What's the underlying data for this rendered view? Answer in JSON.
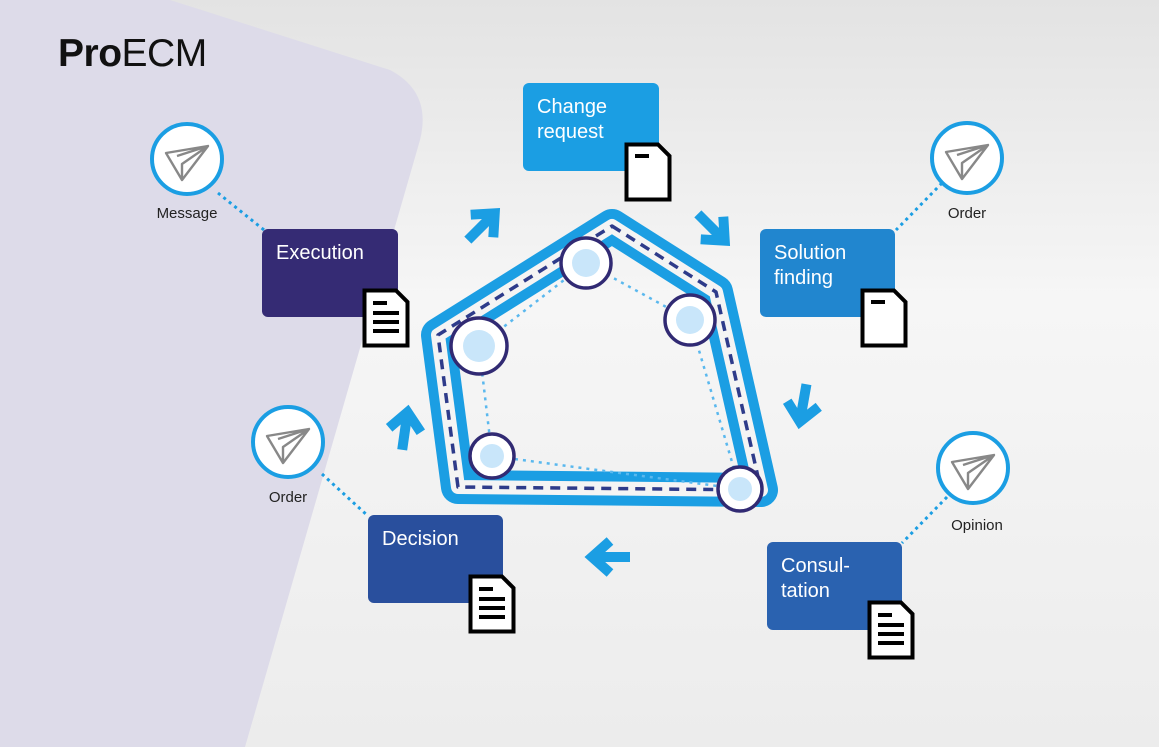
{
  "logo": {
    "bold": "Pro",
    "light": "ECM"
  },
  "steps": [
    {
      "id": "change",
      "title": "Change\nrequest",
      "color": "#1b9ee3"
    },
    {
      "id": "solution",
      "title": "Solution\nfinding",
      "color": "#2186cf"
    },
    {
      "id": "consultation",
      "title": "Consul-\ntation",
      "color": "#2a62b0"
    },
    {
      "id": "decision",
      "title": "Decision",
      "color": "#294f9d"
    },
    {
      "id": "execution",
      "title": "Execution",
      "color": "#352b74"
    }
  ],
  "messages": [
    {
      "id": "message",
      "label": "Message"
    },
    {
      "id": "order-right",
      "label": "Order"
    },
    {
      "id": "opinion",
      "label": "Opinion"
    },
    {
      "id": "order-left",
      "label": "Order"
    }
  ],
  "icons": {
    "paper_plane": "paper-plane-icon",
    "document_filled": "document-lines-icon",
    "document_blank": "document-blank-icon",
    "flow_arrow": "arrow-icon"
  },
  "colors": {
    "ring": "#1b9ee3",
    "ring_dash": "#2e3b8a",
    "node_border": "#312a73",
    "node_fill": "#c9e6fa",
    "connector": "#1b9ee3",
    "panel": "#dddbe9"
  }
}
